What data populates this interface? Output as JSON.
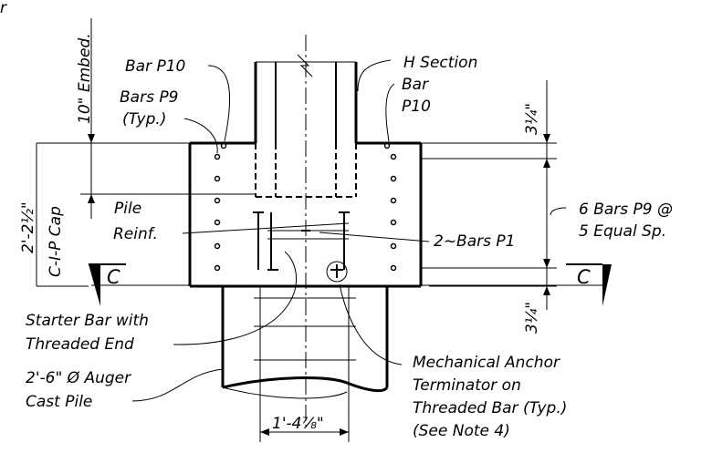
{
  "labels": {
    "corner_mark": "r",
    "embed": "10\" Embed.",
    "bar_p10_left": "Bar P10",
    "bars_p9": "Bars P9",
    "typ": "(Typ.)",
    "h_section": "H Section",
    "bar_right_1": "Bar",
    "bar_right_2": "P10",
    "cap_height": "2'-2½\"",
    "cip_cap": "C-I-P Cap",
    "pile_1": "Pile",
    "pile_2": "Reinf.",
    "section_left": "C",
    "section_right": "C",
    "bars_p1": "2~Bars P1",
    "top_dim": "3¼\"",
    "bottom_dim": "3¼\"",
    "six_bars_1": "6 Bars P9 @",
    "six_bars_2": "5 Equal Sp.",
    "starter_1": "Starter Bar with",
    "starter_2": "Threaded End",
    "auger_1": "2'-6\" Ø Auger",
    "auger_2": "Cast Pile",
    "mech_1": "Mechanical Anchor",
    "mech_2": "Terminator on",
    "mech_3": "Threaded Bar (Typ.)",
    "mech_4": "(See Note 4)",
    "width_dim": "1'-4⅞\""
  }
}
